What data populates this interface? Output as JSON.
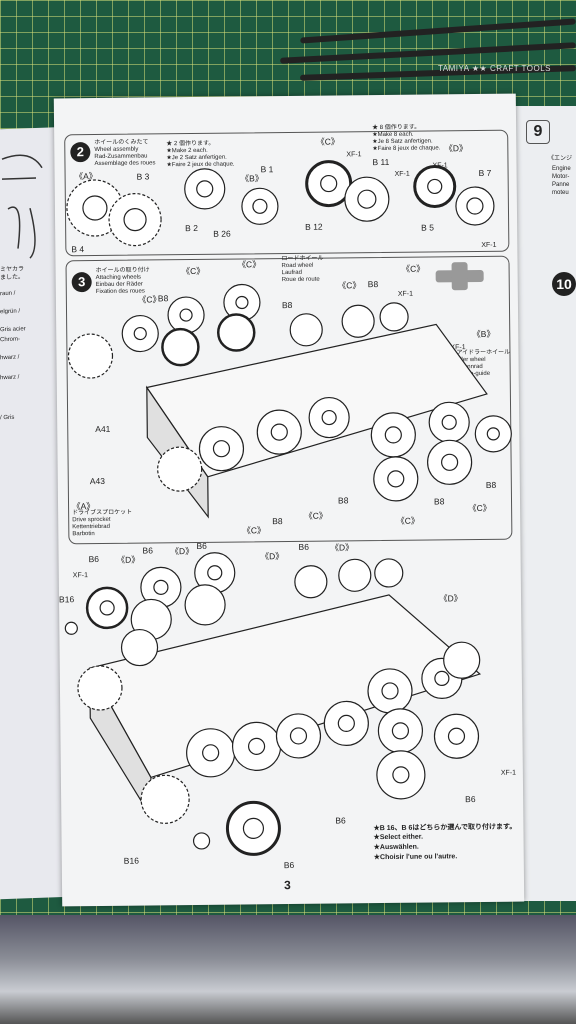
{
  "step2": {
    "number": "2",
    "title": [
      "ホイールのくみたて",
      "Wheel assembly",
      "Rad-Zusammenbau",
      "Assemblage des roues"
    ],
    "note_make2": [
      "★ 2 個作ります。",
      "★Make 2 each.",
      "★Je 2 Satz anfertigen.",
      "★Faire 2 jeux de chaque."
    ],
    "note_make8": [
      "★ 8 個作ります。",
      "★Make 8 each.",
      "★Je 8 Satz anfertigen.",
      "★Faire 8 jeux de chaque."
    ],
    "labels": {
      "a": "《A》",
      "b": "《B》",
      "c": "《C》",
      "d": "《D》",
      "b3": "B 3",
      "b4": "B 4",
      "b2": "B 2",
      "b26": "B 26",
      "b1": "B 1",
      "b11": "B 11",
      "b12": "B 12",
      "b5": "B 5",
      "b7": "B 7",
      "xf1": "XF-1"
    }
  },
  "step3": {
    "number": "3",
    "title": [
      "ホイールの取り付け",
      "Attaching wheels",
      "Einbau der Räder",
      "Fixation des roues"
    ],
    "road_wheel": [
      "ロードホイール",
      "Road wheel",
      "Laufrad",
      "Roue de route"
    ],
    "idler_wheel": [
      "アイドラーホイール",
      "Idler wheel",
      "Spannrad",
      "Poulie-guide"
    ],
    "drive_sprocket": [
      "ドライブスプロケット",
      "Drive sprocket",
      "Kettentriebrad",
      "Barbotin"
    ],
    "labels": {
      "a41": "A41",
      "a43": "A43",
      "b8": "B8",
      "c": "《C》",
      "b": "《B》",
      "a": "《A》",
      "xf1": "XF-1"
    }
  },
  "lower": {
    "labels": {
      "b6": "B6",
      "b16": "B16",
      "d": "《D》",
      "xf1": "XF-1"
    },
    "select_note": [
      "★B 16、B 6はどちらか選んで取り付けます。",
      "★Select either.",
      "★Auswählen.",
      "★Choisir l'une ou l'autre."
    ]
  },
  "page_number": "3",
  "right_page": {
    "step9": "9",
    "step10": "10",
    "text": [
      "《エンジ",
      "Engine",
      "Motor-",
      "Panne",
      "moteu"
    ]
  },
  "left_page": {
    "text": [
      "ミヤカラ",
      "ました。",
      "raun /",
      "elgrün /",
      "Gris acier",
      "Chrom-",
      "hwarz /",
      "hwarz /",
      "/ Gris"
    ]
  },
  "tool_brand": "TAMIYA ★★ CRAFT TOOLS"
}
